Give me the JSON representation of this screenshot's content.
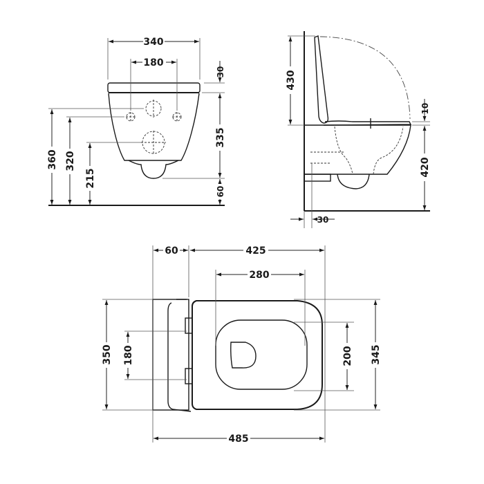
{
  "drawing": {
    "subject": "Wall-hung toilet technical dimension drawing",
    "front_view": {
      "overall_width": "340",
      "fixing_hole_spacing": "180",
      "seat_thickness": "30",
      "bowl_height": "335",
      "bottom_clearance": "60",
      "height_to_inlet": "360",
      "height_to_fixing_holes": "320",
      "height_to_outlet": "215"
    },
    "side_view": {
      "lid_open_height": "430",
      "seat_gap": "10",
      "rim_height": "420",
      "wall_offset": "30"
    },
    "top_view": {
      "cistern_depth": "60",
      "bowl_projection": "425",
      "seat_opening_length": "280",
      "overall_width": "350",
      "hinge_spacing": "180",
      "seat_opening_width": "200",
      "seat_width": "345",
      "overall_length": "485"
    }
  }
}
